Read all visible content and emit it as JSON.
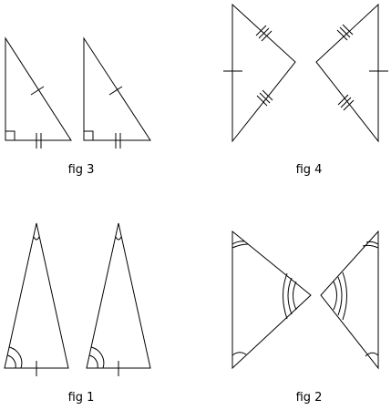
{
  "figures": [
    {
      "id": "fig3",
      "caption": "fig 3"
    },
    {
      "id": "fig4",
      "caption": "fig 4"
    },
    {
      "id": "fig1",
      "caption": "fig 1"
    },
    {
      "id": "fig2",
      "caption": "fig 2"
    }
  ]
}
